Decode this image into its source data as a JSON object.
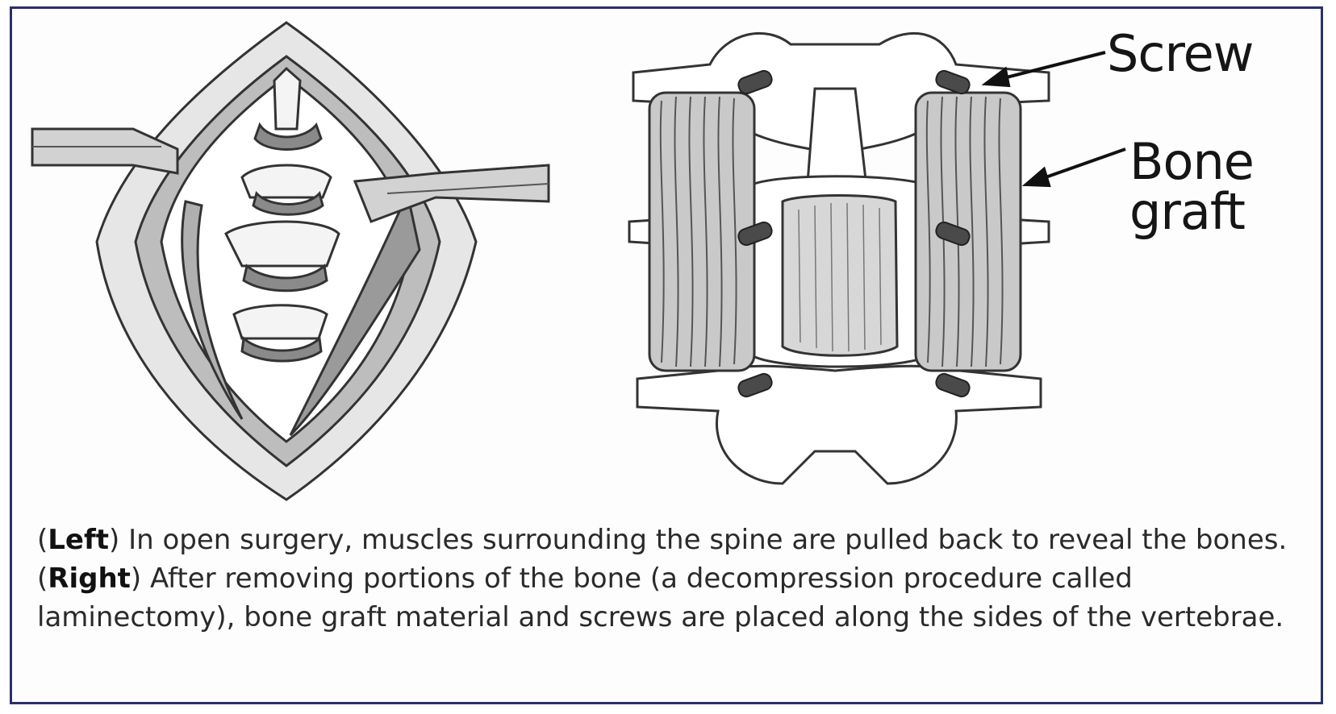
{
  "labels": {
    "screw": "Screw",
    "bone_graft_line1": "Bone",
    "bone_graft_line2": "graft"
  },
  "caption": {
    "open_paren_left": "(",
    "left_bold": "Left",
    "close_paren_left": ")",
    "left_text": " In open surgery, muscles surrounding the spine are pulled back to reveal the bones. ",
    "open_paren_right": "(",
    "right_bold": "Right",
    "close_paren_right": ")",
    "right_text": " After removing portions of the bone (a decompression procedure called laminectomy), bone graft material and screws are placed along the sides of the vertebrae."
  },
  "colors": {
    "frame_border": "#2b2f6b",
    "line_art": "#333333",
    "muscle_shade": "#9a9a9a",
    "skin_shade": "#d8d8d8"
  }
}
